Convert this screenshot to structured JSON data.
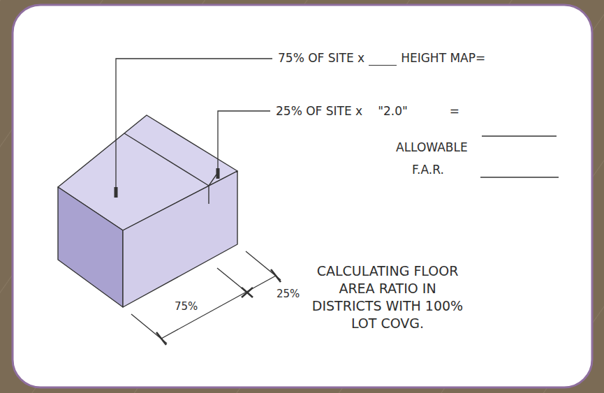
{
  "diagram": {
    "caption": "CALCULATING FLOOR AREA RATIO IN DISTRICTS WITH 100% LOT COVG.",
    "labels": [
      "75% OF SITE x",
      "HEIGHT MAP=",
      "25% OF SITE x",
      "\"2.0\"",
      "=",
      "ALLOWABLE",
      "F.A.R.",
      "25%",
      "75%"
    ]
  }
}
